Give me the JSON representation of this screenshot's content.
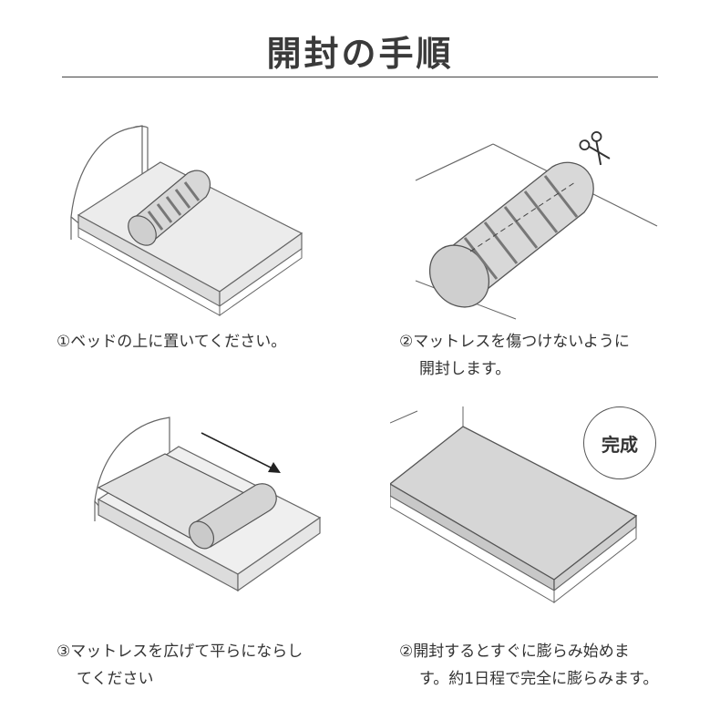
{
  "page": {
    "title": "開封の手順"
  },
  "steps": [
    {
      "line1": "①ベッドの上に置いてください。",
      "line2": ""
    },
    {
      "line1": "②マットレスを傷つけないように",
      "line2": "開封します。"
    },
    {
      "line1": "③マットレスを広げて平らにならし",
      "line2": "てください"
    },
    {
      "line1": "②開封するとすぐに膨らみ始めま",
      "line2": "す。約1日程で完全に膨らみます。"
    }
  ],
  "badge": {
    "label": "完成"
  },
  "icons": [
    "scissors-icon",
    "arrow-right-icon"
  ]
}
